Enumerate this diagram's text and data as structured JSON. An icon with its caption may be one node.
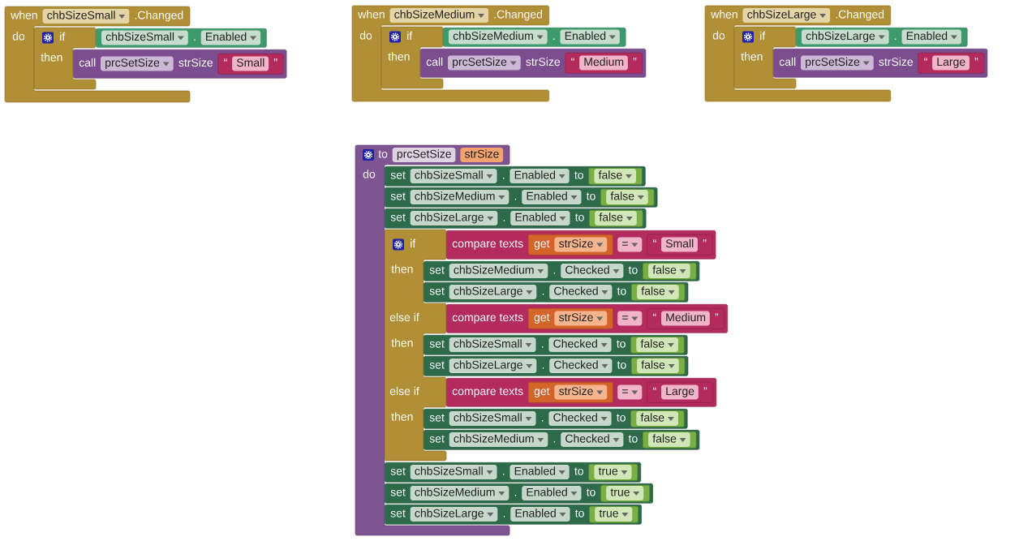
{
  "diagram": {
    "nodes": [
      {
        "text": [
          "when",
          "chbSizeSmall",
          ".Changed",
          "do"
        ]
      },
      {
        "text": [
          "if",
          "then"
        ],
        "in": 0
      },
      {
        "text": [
          "chbSizeSmall",
          ".",
          "Enabled"
        ]
      },
      {
        "text": [
          "call",
          "prcSetSize",
          "strSize"
        ]
      },
      {
        "text": [
          "“",
          "Small",
          "”"
        ],
        "in": 3
      },
      {
        "text": [
          "when",
          "chbSizeMedium",
          ".Changed",
          "do"
        ]
      },
      {
        "text": [
          "if",
          "then"
        ],
        "in": 5
      },
      {
        "text": [
          "chbSizeMedium",
          ".",
          "Enabled"
        ]
      },
      {
        "text": [
          "call",
          "prcSetSize",
          "strSize"
        ]
      },
      {
        "text": [
          "“",
          "Medium",
          "”"
        ],
        "in": 8
      },
      {
        "text": [
          "when",
          "chbSizeLarge",
          ".Changed",
          "do"
        ]
      },
      {
        "text": [
          "if",
          "then"
        ],
        "in": 10
      },
      {
        "text": [
          "chbSizeLarge",
          ".",
          "Enabled"
        ]
      },
      {
        "text": [
          "call",
          "prcSetSize",
          "strSize"
        ]
      },
      {
        "text": [
          "“",
          "Large",
          "”"
        ],
        "in": 13
      },
      {
        "text": [
          "to",
          "prcSetSize",
          "strSize",
          "do"
        ]
      },
      {
        "text": [
          "set",
          "chbSizeSmall",
          ".",
          "Enabled",
          "to"
        ]
      },
      {
        "text": [
          "false"
        ],
        "in": 16
      },
      {
        "text": [
          "set",
          "chbSizeMedium",
          ".",
          "Enabled",
          "to"
        ]
      },
      {
        "text": [
          "false"
        ],
        "in": 18
      },
      {
        "text": [
          "set",
          "chbSizeLarge",
          ".",
          "Enabled",
          "to"
        ]
      },
      {
        "text": [
          "false"
        ],
        "in": 20
      },
      {
        "text": [
          "if",
          "then",
          "else if",
          "then",
          "else if",
          "then"
        ],
        "in": 15
      },
      {
        "text": [
          "compare texts",
          "="
        ]
      },
      {
        "text": [
          "get",
          "strSize"
        ],
        "in": 23
      },
      {
        "text": [
          "“",
          "Small",
          "”"
        ],
        "in": 23
      },
      {
        "text": [
          "set",
          "chbSizeMedium",
          ".",
          "Checked",
          "to"
        ]
      },
      {
        "text": [
          "false"
        ],
        "in": 26
      },
      {
        "text": [
          "set",
          "chbSizeLarge",
          ".",
          "Checked",
          "to"
        ]
      },
      {
        "text": [
          "false"
        ],
        "in": 28
      },
      {
        "text": [
          "compare texts",
          "="
        ]
      },
      {
        "text": [
          "get",
          "strSize"
        ],
        "in": 30
      },
      {
        "text": [
          "“",
          "Medium",
          "”"
        ],
        "in": 30
      },
      {
        "text": [
          "set",
          "chbSizeSmall",
          ".",
          "Checked",
          "to"
        ]
      },
      {
        "text": [
          "false"
        ],
        "in": 33
      },
      {
        "text": [
          "set",
          "chbSizeLarge",
          ".",
          "Checked",
          "to"
        ]
      },
      {
        "text": [
          "false"
        ],
        "in": 35
      },
      {
        "text": [
          "compare texts",
          "="
        ]
      },
      {
        "text": [
          "get",
          "strSize"
        ],
        "in": 37
      },
      {
        "text": [
          "“",
          "Large",
          "”"
        ],
        "in": 37
      },
      {
        "text": [
          "set",
          "chbSizeSmall",
          ".",
          "Checked",
          "to"
        ]
      },
      {
        "text": [
          "false"
        ],
        "in": 40
      },
      {
        "text": [
          "set",
          "chbSizeMedium",
          ".",
          "Checked",
          "to"
        ]
      },
      {
        "text": [
          "false"
        ],
        "in": 42
      },
      {
        "text": [
          "set",
          "chbSizeSmall",
          ".",
          "Enabled",
          "to"
        ]
      },
      {
        "text": [
          "true"
        ],
        "in": 44
      },
      {
        "text": [
          "set",
          "chbSizeMedium",
          ".",
          "Enabled",
          "to"
        ]
      },
      {
        "text": [
          "true"
        ],
        "in": 46
      },
      {
        "text": [
          "set",
          "chbSizeLarge",
          ".",
          "Enabled",
          "to"
        ]
      },
      {
        "text": [
          "true"
        ],
        "in": 48
      }
    ]
  }
}
